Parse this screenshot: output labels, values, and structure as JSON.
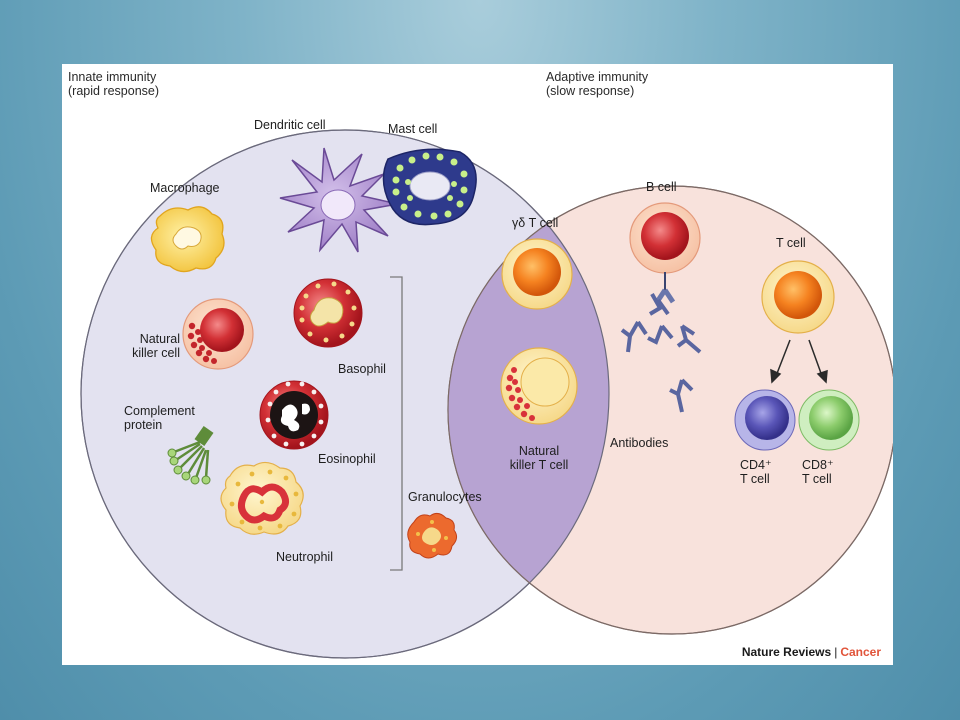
{
  "headers": {
    "innate_title": "Innate immunity",
    "innate_sub": "(rapid response)",
    "adaptive_title": "Adaptive immunity",
    "adaptive_sub": "(slow response)"
  },
  "labels": {
    "dendritic": "Dendritic cell",
    "mast": "Mast cell",
    "macrophage": "Macrophage",
    "nk_line1": "Natural",
    "nk_line2": "killer cell",
    "basophil": "Basophil",
    "complement_line1": "Complement",
    "complement_line2": "protein",
    "eosinophil": "Eosinophil",
    "neutrophil": "Neutrophil",
    "granulocytes": "Granulocytes",
    "gd_tcell": "γδ T cell",
    "nkt_line1": "Natural",
    "nkt_line2": "killer T cell",
    "bcell": "B cell",
    "antibodies": "Antibodies",
    "tcell": "T cell",
    "cd4_line1": "CD4⁺",
    "cd4_line2": "T cell",
    "cd8_line1": "CD8⁺",
    "cd8_line2": "T cell"
  },
  "credit": {
    "journal": "Nature Reviews",
    "separator": "|",
    "section": "Cancer"
  },
  "colors": {
    "innate_fill": "#e3e2f0",
    "adaptive_fill": "#f8e2dc",
    "overlap_fill": "#b7a3d2",
    "accent": "#e1543a"
  }
}
